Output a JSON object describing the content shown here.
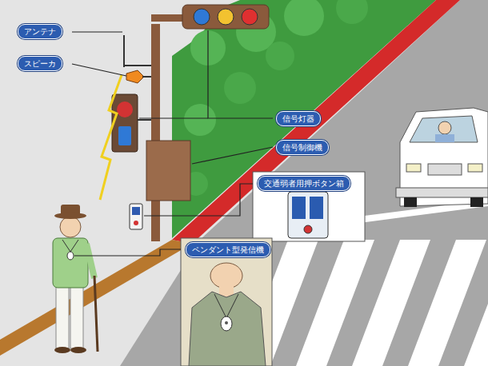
{
  "diagram": {
    "nodes": [
      {
        "text": [
          "アンテナ"
        ]
      },
      {
        "text": [
          "スピーカ"
        ]
      },
      {
        "text": [
          "信号灯器"
        ]
      },
      {
        "text": [
          "信号制御機"
        ]
      },
      {
        "text": [
          "交通弱者用押ボタン箱"
        ]
      },
      {
        "text": [
          "ペンダント型発信機"
        ]
      }
    ]
  }
}
